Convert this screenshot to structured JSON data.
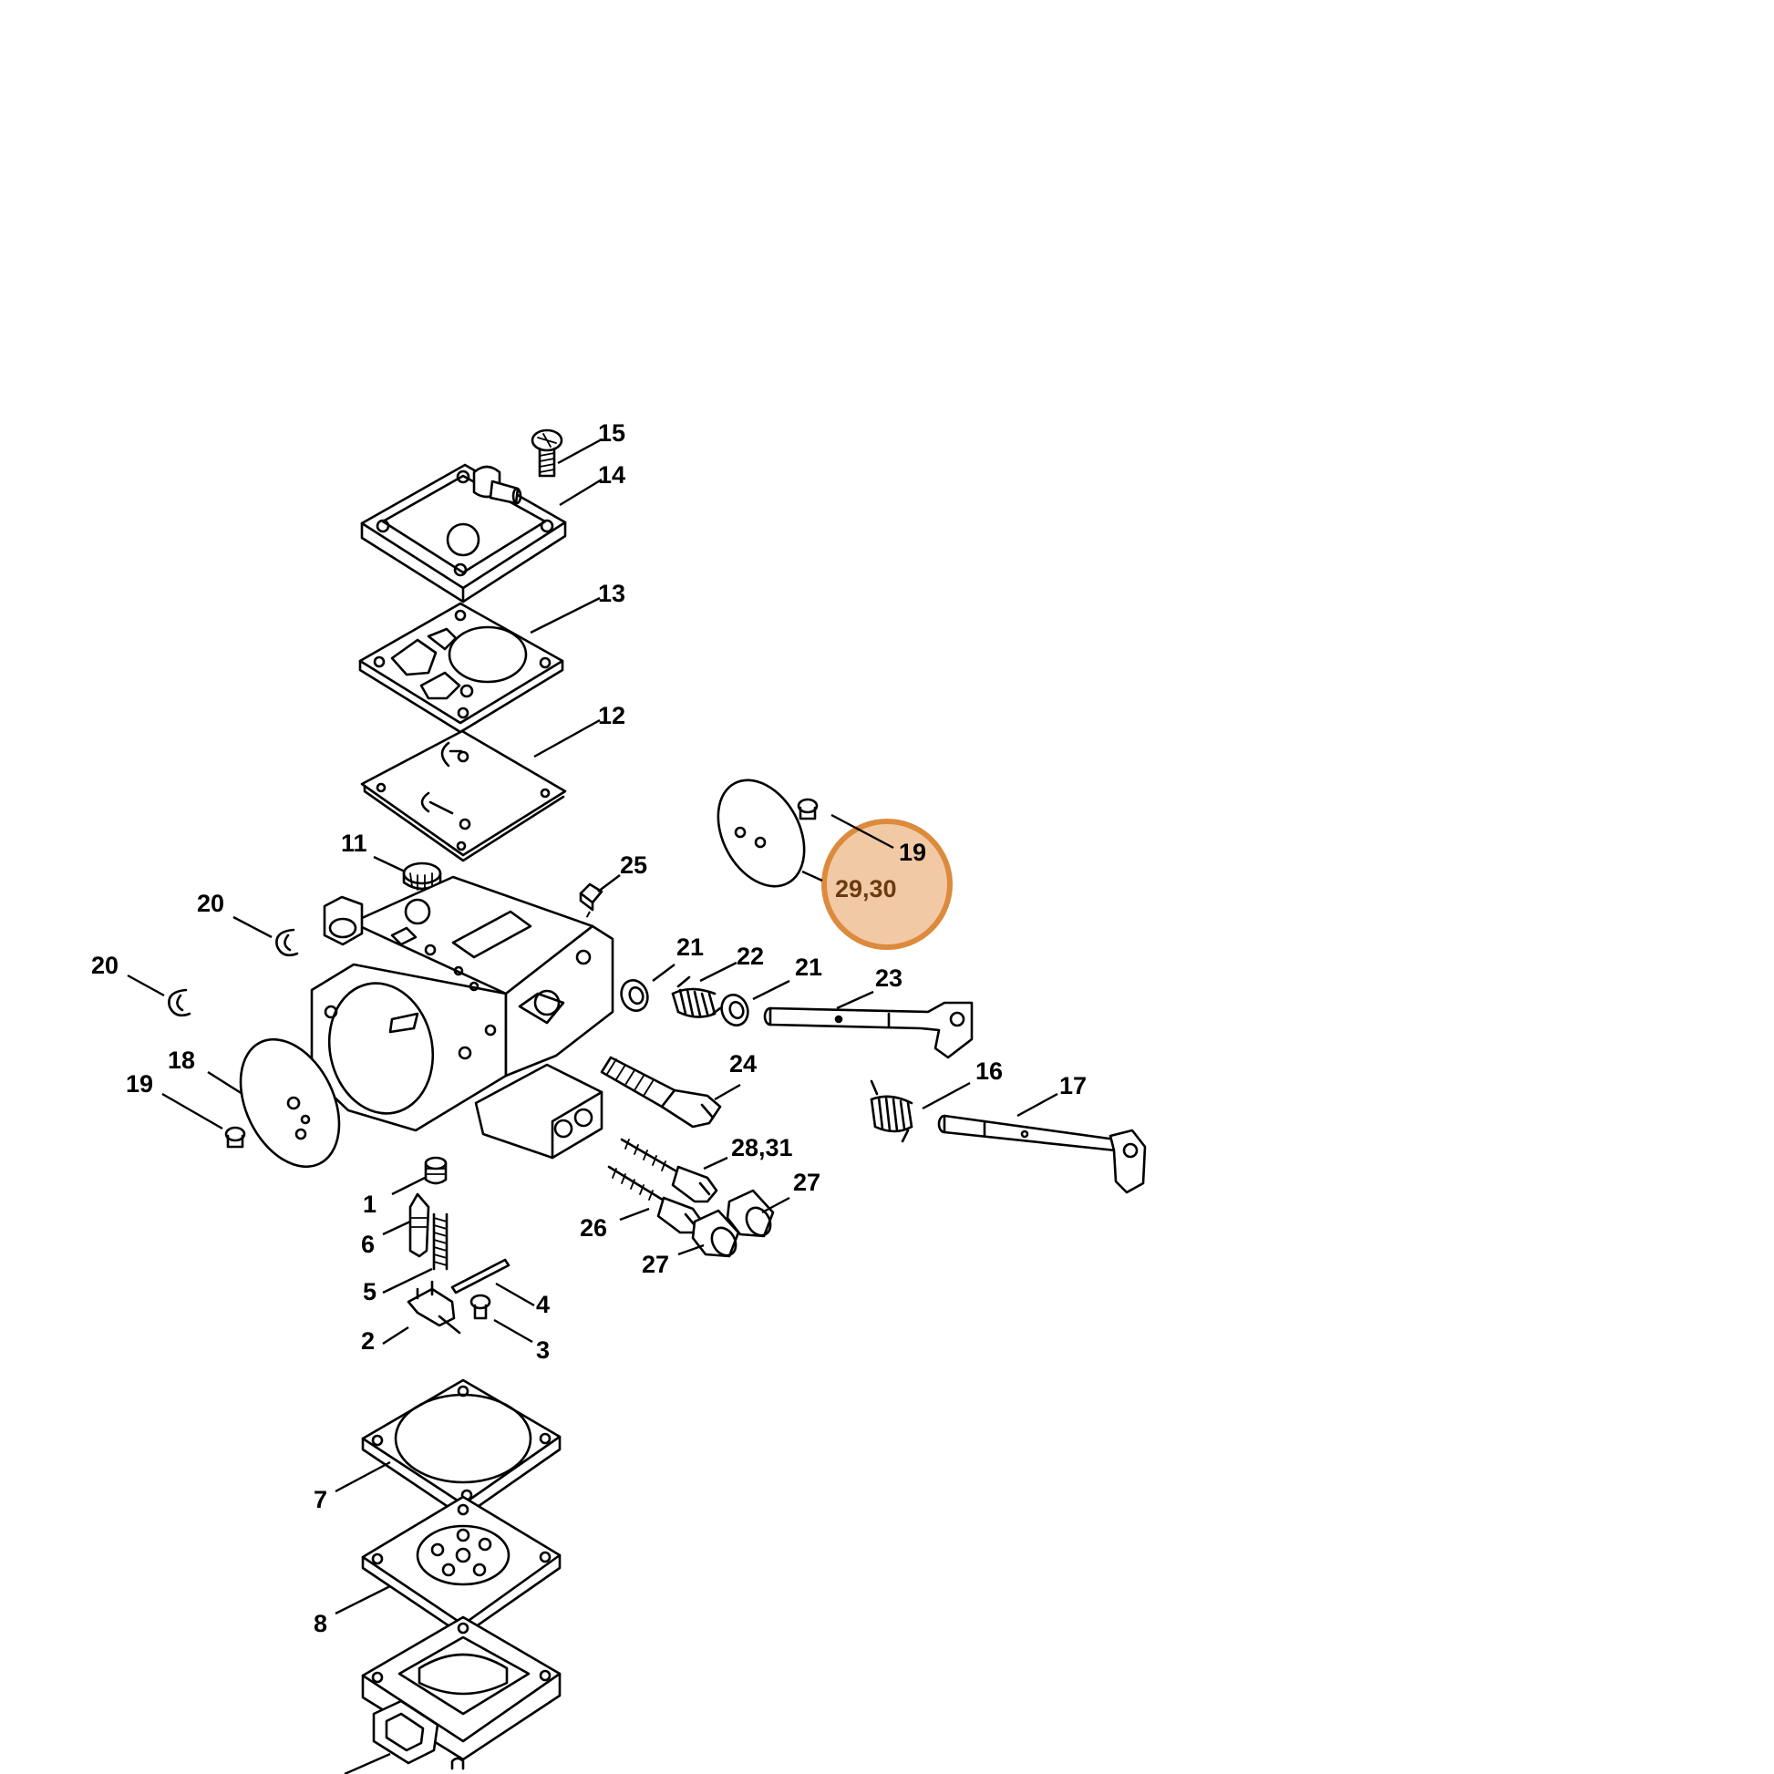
{
  "diagram": {
    "callouts": [
      {
        "id": "c15",
        "text": "15"
      },
      {
        "id": "c14",
        "text": "14"
      },
      {
        "id": "c13",
        "text": "13"
      },
      {
        "id": "c12",
        "text": "12"
      },
      {
        "id": "c11",
        "text": "11"
      },
      {
        "id": "c25",
        "text": "25"
      },
      {
        "id": "c19a",
        "text": "19"
      },
      {
        "id": "c2930",
        "text": "29,30"
      },
      {
        "id": "c20a",
        "text": "20"
      },
      {
        "id": "c20b",
        "text": "20"
      },
      {
        "id": "c21a",
        "text": "21"
      },
      {
        "id": "c22",
        "text": "22"
      },
      {
        "id": "c21b",
        "text": "21"
      },
      {
        "id": "c23",
        "text": "23"
      },
      {
        "id": "c18",
        "text": "18"
      },
      {
        "id": "c19b",
        "text": "19"
      },
      {
        "id": "c24",
        "text": "24"
      },
      {
        "id": "c16",
        "text": "16"
      },
      {
        "id": "c17",
        "text": "17"
      },
      {
        "id": "c2831",
        "text": "28,31"
      },
      {
        "id": "c1",
        "text": "1"
      },
      {
        "id": "c27a",
        "text": "27"
      },
      {
        "id": "c26",
        "text": "26"
      },
      {
        "id": "c6",
        "text": "6"
      },
      {
        "id": "c27b",
        "text": "27"
      },
      {
        "id": "c5",
        "text": "5"
      },
      {
        "id": "c4",
        "text": "4"
      },
      {
        "id": "c2",
        "text": "2"
      },
      {
        "id": "c3",
        "text": "3"
      },
      {
        "id": "c7",
        "text": "7"
      },
      {
        "id": "c8",
        "text": "8"
      }
    ],
    "highlight": {
      "label": "29,30",
      "fill_color": "#f2c9a5",
      "ring_color": "#dc8a3c",
      "text_color": "#6b3a12"
    }
  }
}
